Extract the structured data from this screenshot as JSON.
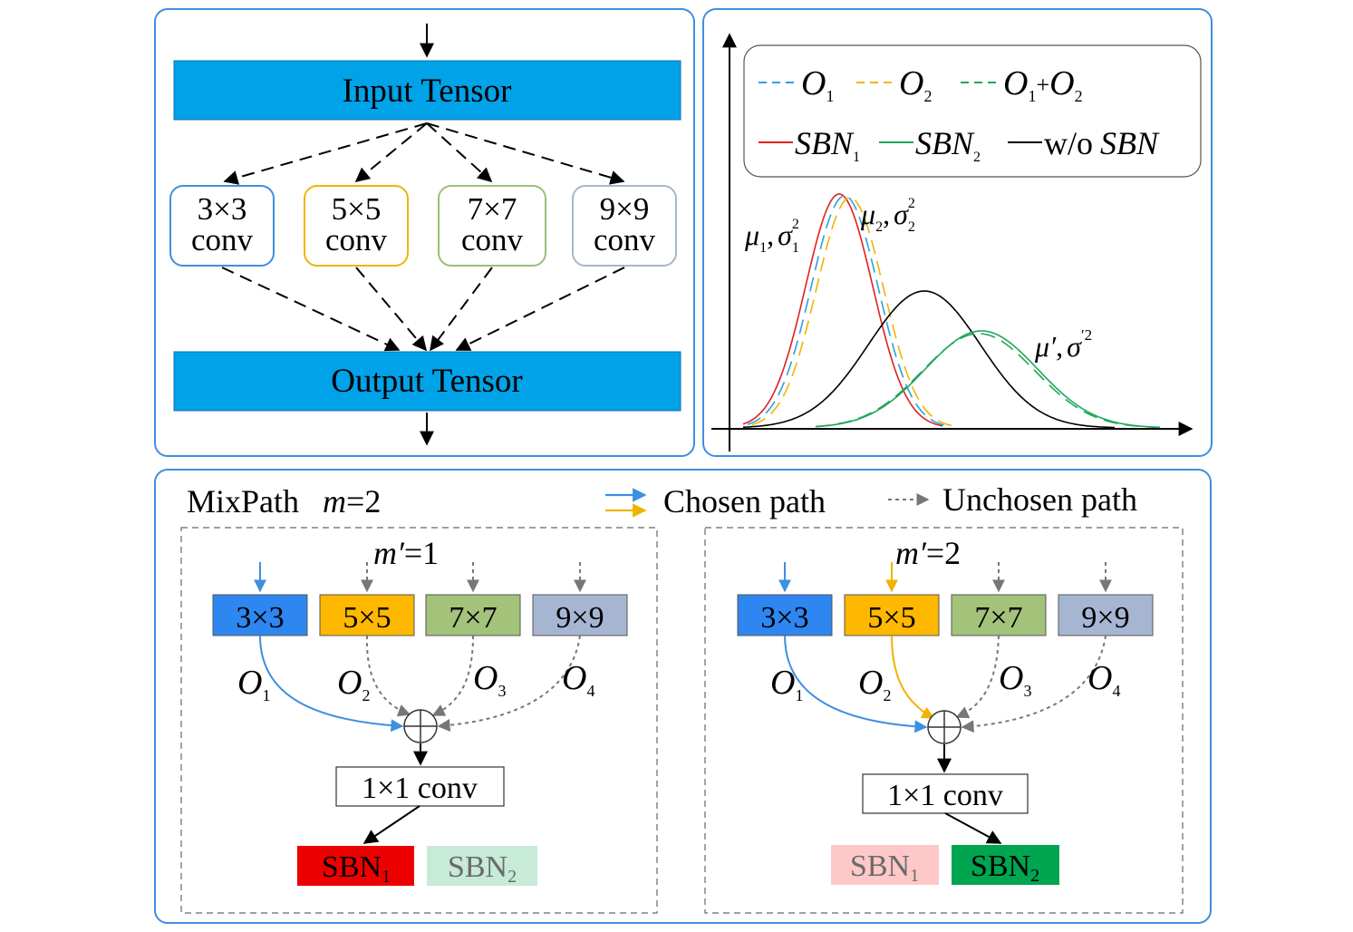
{
  "top_left": {
    "input_tensor": "Input Tensor",
    "output_tensor": "Output Tensor",
    "kernels": [
      {
        "size": "3×3",
        "op": "conv",
        "color": "#3d8fe0"
      },
      {
        "size": "5×5",
        "op": "conv",
        "color": "#f0b400"
      },
      {
        "size": "7×7",
        "op": "conv",
        "color": "#9bbf78"
      },
      {
        "size": "9×9",
        "op": "conv",
        "color": "#a6b6ca"
      }
    ]
  },
  "top_right": {
    "legend": {
      "o1": "O",
      "o1_sub": "1",
      "o2": "O",
      "o2_sub": "2",
      "sum_a": "O",
      "sum_a_sub": "1",
      "sum_plus": "+",
      "sum_b": "O",
      "sum_b_sub": "2",
      "sbn1": "SBN",
      "sbn1_sub": "1",
      "sbn2": "SBN",
      "sbn2_sub": "2",
      "wo": "w/o",
      "wo_sbn": "SBN"
    },
    "labels": {
      "mu1": "μ",
      "mu1_sub": "1",
      "comma1": ",",
      "sig1": "σ",
      "sig1_sub": "1",
      "sig1_sup": "2",
      "mu2": "μ",
      "mu2_sub": "2",
      "comma2": ",",
      "sig2": "σ",
      "sig2_sub": "2",
      "sig2_sup": "2",
      "mup": "μ′",
      "comma3": ",",
      "sigp": "σ",
      "sigp_sup": "′2"
    },
    "colors": {
      "o1": "#29a3e0",
      "o2": "#f0b400",
      "sum": "#22a65a",
      "sbn1": "#e02020",
      "sbn2": "#22a65a",
      "wo": "#000000"
    }
  },
  "bottom": {
    "title": "MixPath",
    "m_var": "m",
    "m_eq": "=2",
    "legend_chosen": "Chosen path",
    "legend_unchosen": "Unchosen path",
    "left_panel": {
      "m_prime": "m′",
      "m_prime_eq": "=1",
      "kernels": [
        "3×3",
        "5×5",
        "7×7",
        "9×9"
      ],
      "outputs": [
        {
          "var": "O",
          "sub": "1"
        },
        {
          "var": "O",
          "sub": "2"
        },
        {
          "var": "O",
          "sub": "3"
        },
        {
          "var": "O",
          "sub": "4"
        }
      ],
      "conv": "1×1 conv",
      "sbn1": "SBN",
      "sbn1_sub": "1",
      "sbn2": "SBN",
      "sbn2_sub": "2"
    },
    "right_panel": {
      "m_prime": "m′",
      "m_prime_eq": "=2",
      "kernels": [
        "3×3",
        "5×5",
        "7×7",
        "9×9"
      ],
      "outputs": [
        {
          "var": "O",
          "sub": "1"
        },
        {
          "var": "O",
          "sub": "2"
        },
        {
          "var": "O",
          "sub": "3"
        },
        {
          "var": "O",
          "sub": "4"
        }
      ],
      "conv": "1×1 conv",
      "sbn1": "SBN",
      "sbn1_sub": "1",
      "sbn2": "SBN",
      "sbn2_sub": "2"
    },
    "colors": {
      "k3": "#2e86f0",
      "k5": "#ffb800",
      "k7": "#a3c27a",
      "k9": "#a6b6d2",
      "chosen_blue": "#3d8fe0",
      "chosen_yellow": "#f0b400",
      "unchosen": "#777777",
      "sbn_red": "#ee0000",
      "sbn_red_light": "#ffc8c8",
      "sbn_green": "#00a550",
      "sbn_green_light": "#c8ead8"
    }
  }
}
